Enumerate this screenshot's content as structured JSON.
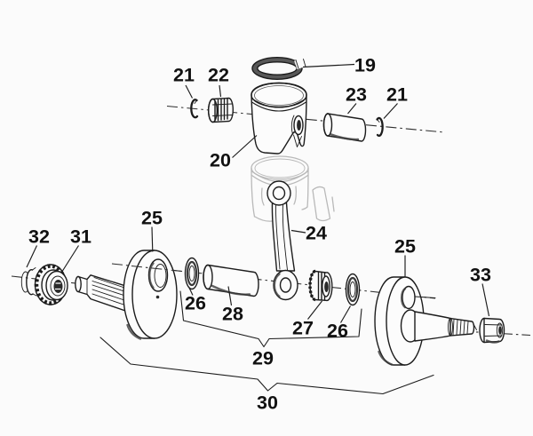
{
  "colors": {
    "background": "#fbfbfb",
    "ink": "#1c1c1c",
    "ghost_line": "#b9b9b9"
  },
  "callouts": [
    "21",
    "22",
    "19",
    "23",
    "21",
    "20",
    "24",
    "25",
    "32",
    "31",
    "25",
    "33",
    "26",
    "28",
    "27",
    "26",
    "29",
    "30"
  ]
}
